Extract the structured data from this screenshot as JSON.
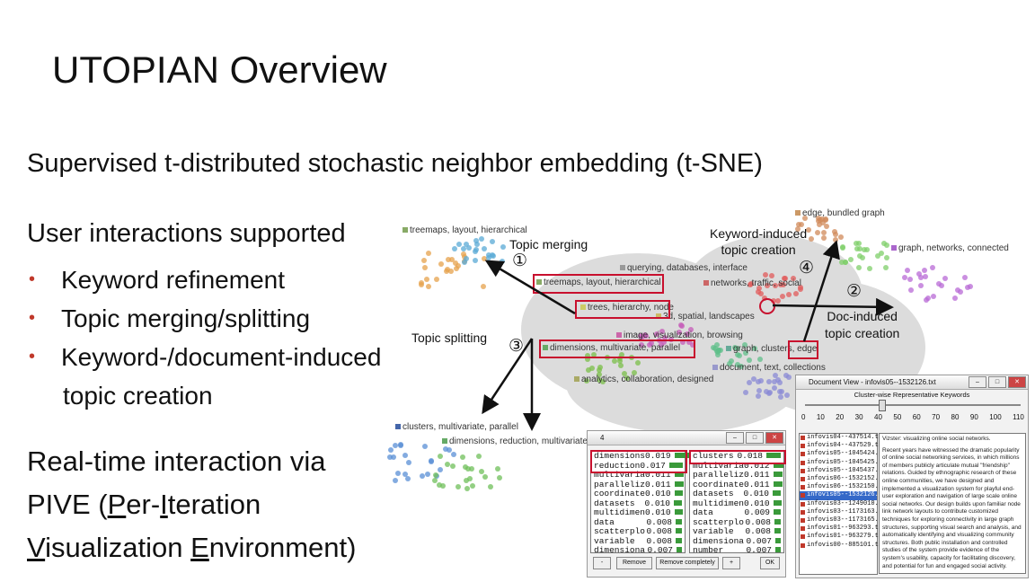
{
  "slide": {
    "title": "UTOPIAN Overview",
    "subtitle": "Supervised t-distributed stochastic neighbor embedding (t-SNE)",
    "interactions_heading": "User interactions supported",
    "bullets": [
      "Keyword refinement",
      "Topic merging/splitting",
      "Keyword-/document-induced"
    ],
    "bullet_continuation": "topic creation",
    "realtime": {
      "line1": "Real-time interaction via",
      "line2_prefix": "PIVE (",
      "line2_P": "P",
      "line2_mid1": "er-",
      "line2_I": "I",
      "line2_rest": "teration",
      "line3_V": "V",
      "line3_mid": "isualization ",
      "line3_E": "E",
      "line3_rest": "nvironment)"
    },
    "bullet_color": "#c0392b"
  },
  "figure": {
    "annotations": {
      "topic_merging": "Topic merging",
      "topic_splitting": "Topic splitting",
      "keyword_induced_1": "Keyword-induced",
      "keyword_induced_2": "topic creation",
      "doc_induced_1": "Doc-induced",
      "doc_induced_2": "topic creation",
      "num1": "①",
      "num2": "②",
      "num3": "③",
      "num4": "④"
    },
    "topic_labels": {
      "treemaps_top": "treemaps, layout, hierarchical",
      "edge_bundled": "edge, bundled graph",
      "graph_networks": "graph, networks, connected",
      "querying": "querying, databases, interface",
      "treemaps_mid": "treemaps, layout, hierarchical",
      "networks_traffic": "networks, traffic, social",
      "trees": "trees, hierarchy, node",
      "spatial": "3d, spatial, landscapes",
      "image": "image, visualization, browsing",
      "dimensions_parallel": "dimensions, multivariate, parallel",
      "graph_clusters": "graph, clusters, edge",
      "document_text": "document, text, collections",
      "analytics": "analytics, collaboration, designed",
      "clusters_multivariate": "clusters, multivariate, parallel",
      "dimensions_reduction": "dimensions, reduction, multivariate"
    },
    "keyword_window": {
      "title": "4",
      "left_list": [
        {
          "word": "dimensions",
          "value": "0.019"
        },
        {
          "word": "reduction",
          "value": "0.017"
        },
        {
          "word": "multivaria",
          "value": "0.011"
        },
        {
          "word": "paralleliz",
          "value": "0.011"
        },
        {
          "word": "coordinate",
          "value": "0.010"
        },
        {
          "word": "datasets",
          "value": "0.010"
        },
        {
          "word": "multidimen",
          "value": "0.010"
        },
        {
          "word": "data",
          "value": "0.008"
        },
        {
          "word": "scatterplo",
          "value": "0.008"
        },
        {
          "word": "variable",
          "value": "0.008"
        },
        {
          "word": "dimensiona",
          "value": "0.007"
        }
      ],
      "right_list": [
        {
          "word": "clusters",
          "value": "0.018"
        },
        {
          "word": "multivaria",
          "value": "0.012"
        },
        {
          "word": "paralleliz",
          "value": "0.011"
        },
        {
          "word": "coordinate",
          "value": "0.011"
        },
        {
          "word": "datasets",
          "value": "0.010"
        },
        {
          "word": "multidimen",
          "value": "0.010"
        },
        {
          "word": "data",
          "value": "0.009"
        },
        {
          "word": "scatterplo",
          "value": "0.008"
        },
        {
          "word": "variable",
          "value": "0.008"
        },
        {
          "word": "dimensiona",
          "value": "0.007"
        },
        {
          "word": "number",
          "value": "0.007"
        }
      ],
      "buttons": {
        "minus": "-",
        "remove": "Remove",
        "remove_completely": "Remove completely",
        "plus": "+",
        "ok": "OK"
      }
    },
    "doc_window": {
      "title": "Document View - infovis05--1532126.txt",
      "slider_label": "Cluster-wise Representative Keywords",
      "ticks": [
        "0",
        "10",
        "20",
        "30",
        "40",
        "50",
        "60",
        "70",
        "80",
        "90",
        "100",
        "110"
      ],
      "docs": [
        "infovis04--437514.txt",
        "infovis04--437529.txt",
        "infovis05--1045424.txt",
        "infovis05--1045425.txt",
        "infovis05--1045437.txt",
        "infovis06--1532152.txt",
        "infovis06--1532150.txt",
        "infovis05--1532126.txt",
        "infovis03--1249010.txt",
        "infovis03--1173163.txt",
        "infovis03--1173165.txt",
        "infovis01--963293.txt",
        "infovis01--963279.txt",
        "infovis00--885101.txt"
      ],
      "selected_index": 7,
      "text_title": "Vizster: visualizing online social networks.",
      "text_body": "Recent years have witnessed the dramatic popularity of online social networking services, in which millions of members publicly articulate mutual \"friendship\" relations. Guided by ethnographic research of these online communities, we have designed and implemented a visualization system for playful end-user exploration and navigation of large scale online social networks. Our design builds upon familiar node link network layouts to contribute customized techniques for exploring connectivity in large graph structures, supporting visual search and analysis, and automatically identifying and visualizing community structures. Both public installation and controlled studies of the system provide evidence of the system's usability, capacity for facilitating discovery, and potential for fun and engaged social activity."
    },
    "colors": {
      "red_highlight": "#c8102e",
      "cloud": "#dcdcdc",
      "selection_blue": "#3468c8"
    }
  }
}
